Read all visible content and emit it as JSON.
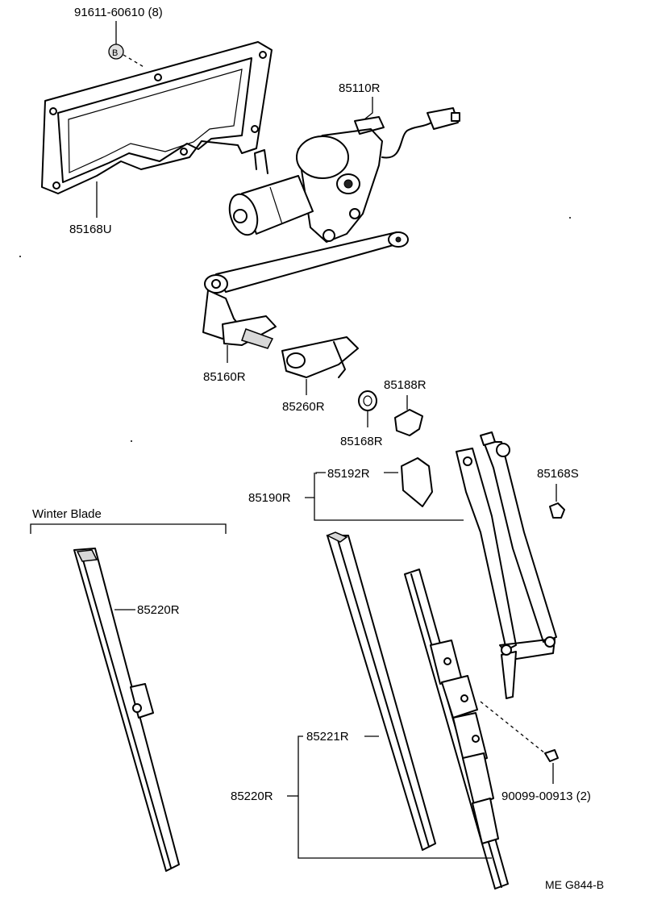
{
  "labels": {
    "screw_b": "91611-60610 (8)",
    "screw_b_mark": "B",
    "gasket": "85168U",
    "motor": "85110R",
    "link": "85160R",
    "bracket": "85260R",
    "cap": "85188R",
    "nut_small": "85168R",
    "cap_arm": "85192R",
    "arm_assy": "85190R",
    "nut_arm": "85168S",
    "winter_title": "Winter Blade",
    "winter_blade": "85220R",
    "rubber": "85221R",
    "blade": "85220R",
    "screw_2": "90099-00913 (2)",
    "code": "ME G844-B"
  }
}
